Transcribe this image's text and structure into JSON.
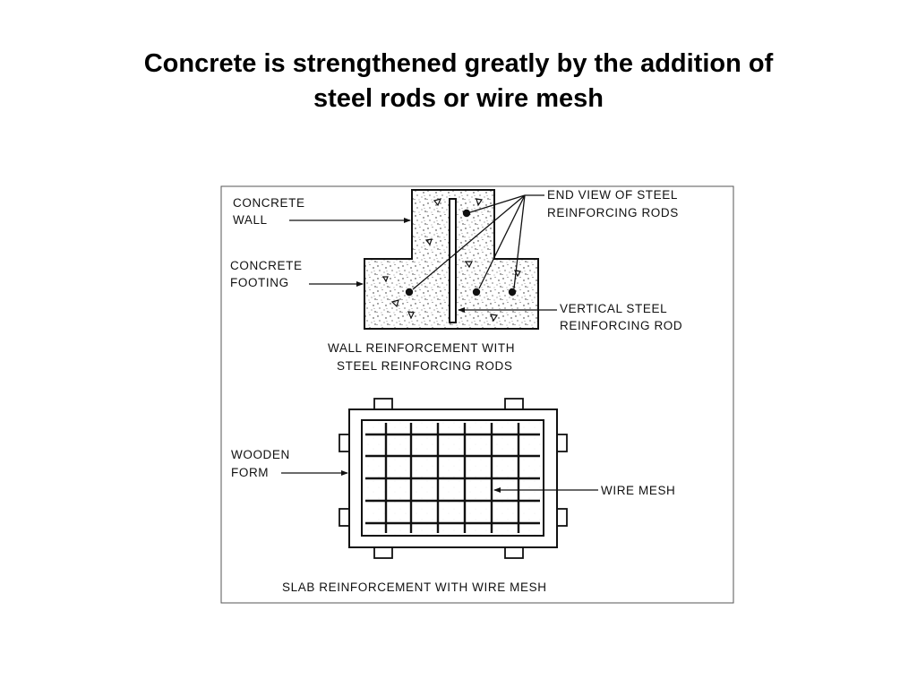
{
  "slide": {
    "title_line1": "Concrete is strengthened greatly by the addition of",
    "title_line2": "steel rods or wire mesh"
  },
  "wall_diagram": {
    "label_concrete_wall_1": "CONCRETE",
    "label_concrete_wall_2": "WALL",
    "label_concrete_footing_1": "CONCRETE",
    "label_concrete_footing_2": "FOOTING",
    "label_end_view_1": "END VIEW OF STEEL",
    "label_end_view_2": "REINFORCING RODS",
    "label_vertical_rod_1": "VERTICAL STEEL",
    "label_vertical_rod_2": "REINFORCING ROD",
    "caption_1": "WALL REINFORCEMENT WITH",
    "caption_2": "STEEL REINFORCING RODS"
  },
  "slab_diagram": {
    "label_wooden_form_1": "WOODEN",
    "label_wooden_form_2": "FORM",
    "label_wire_mesh": "WIRE MESH",
    "caption": "SLAB REINFORCEMENT WITH WIRE MESH"
  },
  "colors": {
    "line": "#111111",
    "background": "#ffffff"
  }
}
